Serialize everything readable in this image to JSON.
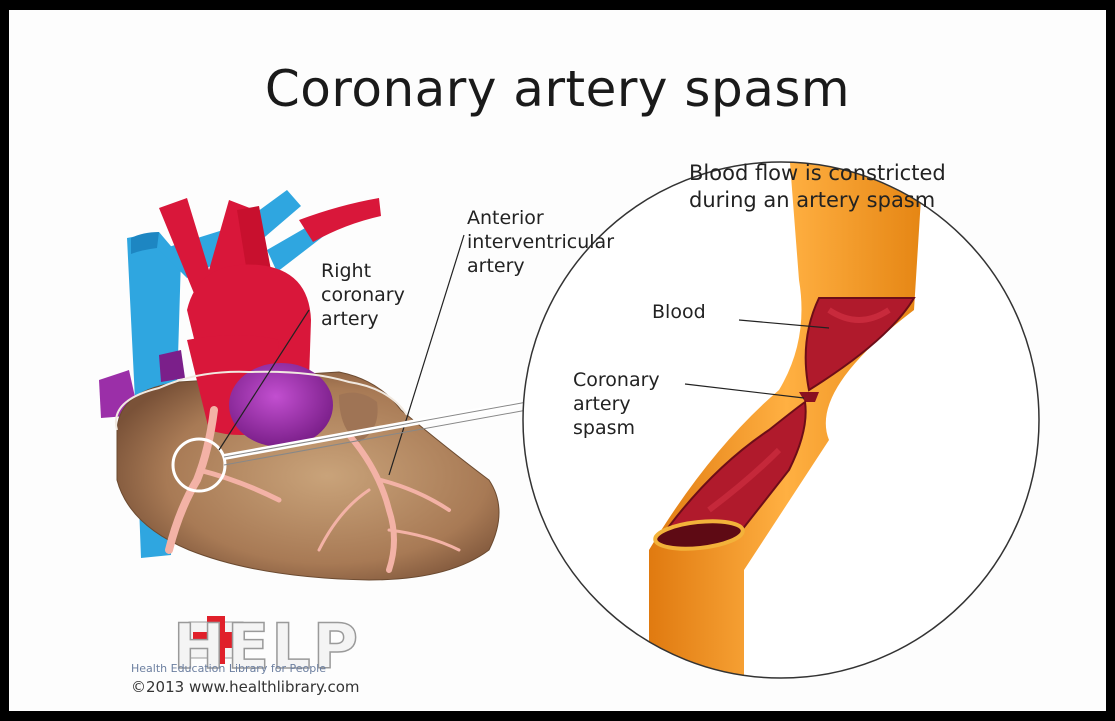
{
  "title": "Coronary artery spasm",
  "subtitle": "Blood flow is constricted\nduring an artery spasm",
  "labels": {
    "anterior": "Anterior\ninterventricular\nartery",
    "right_coronary": "Right\ncoronary\nartery",
    "blood": "Blood",
    "spasm": "Coronary\nartery\nspasm"
  },
  "logo": {
    "word": "HELP",
    "tagline": "Health Education Library for People",
    "copyright": "©2013 www.healthlibrary.com"
  },
  "colors": {
    "vein_blue": "#2fa6e0",
    "artery_red": "#d9173a",
    "aorta_purple": "#9b2fa8",
    "heart_tan": "#b8916a",
    "vessel_orange": "#f39a23",
    "blood_dark": "#b01a2c",
    "logo_cross": "#e0202a"
  }
}
